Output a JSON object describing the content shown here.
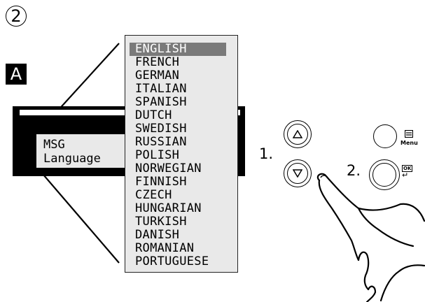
{
  "step_number": "2",
  "callout_letter": "A",
  "display": {
    "line1": "MSG",
    "line2": "Language"
  },
  "language_list": {
    "selected": "ENGLISH",
    "items": [
      "ENGLISH",
      "FRENCH",
      "GERMAN",
      "ITALIAN",
      "SPANISH",
      "DUTCH",
      "SWEDISH",
      "RUSSIAN",
      "POLISH",
      "NORWEGIAN",
      "FINNISH",
      "CZECH",
      "HUNGARIAN",
      "TURKISH",
      "DANISH",
      "ROMANIAN",
      "PORTUGUESE"
    ]
  },
  "controls": {
    "step1_label": "1.",
    "step2_label": "2.",
    "up_icon": "up-triangle-icon",
    "down_icon": "down-triangle-icon",
    "menu_label": "Menu",
    "ok_label": "OK"
  }
}
